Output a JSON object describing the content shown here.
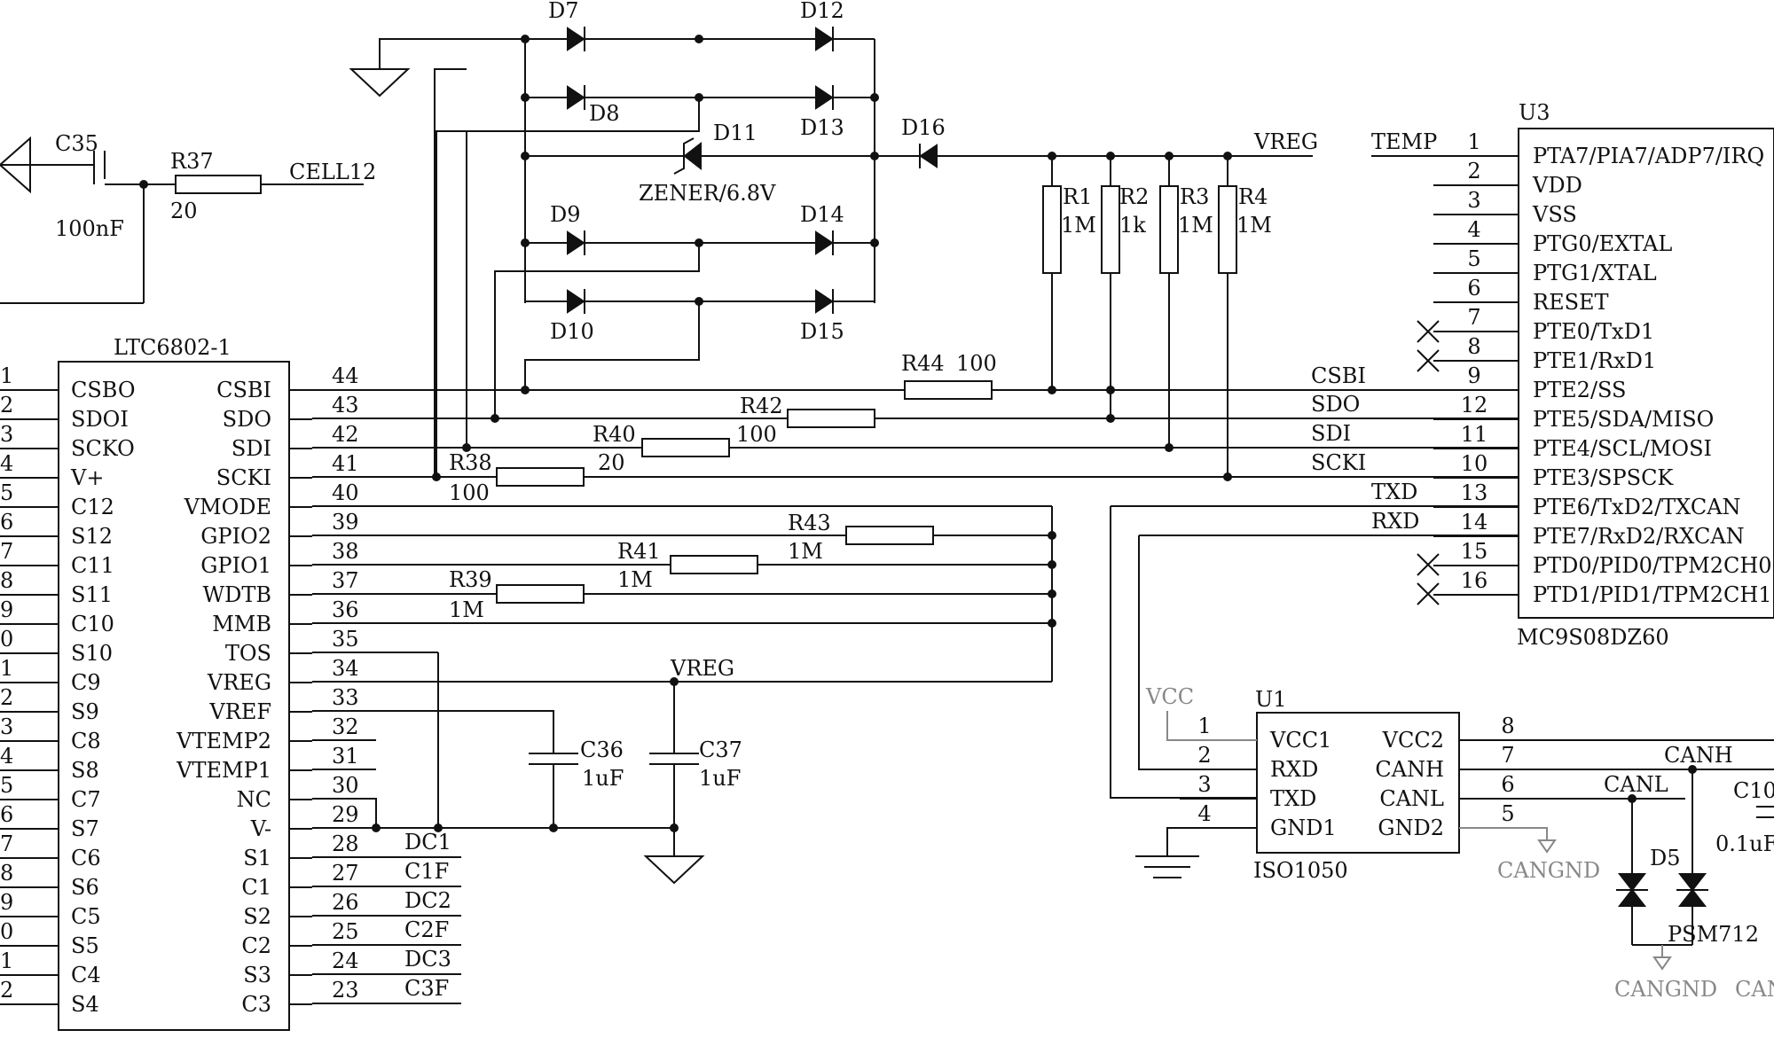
{
  "labels": {
    "cell12": "CELL12",
    "vreg_top": "VREG",
    "vreg_mid": "VREG",
    "temp": "TEMP",
    "csbi": "CSBI",
    "sdo": "SDO",
    "sdi": "SDI",
    "scki": "SCKI",
    "txd": "TXD",
    "rxd": "RXD",
    "vcc": "VCC",
    "canh": "CANH",
    "canl": "CANL",
    "cangnd1": "CANGND",
    "cangnd2": "CANGND",
    "cangnd3": "CAN",
    "dc1": "DC1",
    "c1f": "C1F",
    "dc2": "DC2",
    "c2f": "C2F",
    "dc3": "DC3",
    "c3f": "C3F"
  },
  "components": {
    "c35": {
      "ref": "C35",
      "value": "100nF"
    },
    "r37": {
      "ref": "R37",
      "value": "20"
    },
    "d7": "D7",
    "d8": "D8",
    "d9": "D9",
    "d10": "D10",
    "d11": {
      "ref": "D11",
      "value": "ZENER/6.8V"
    },
    "d12": "D12",
    "d13": "D13",
    "d14": "D14",
    "d15": "D15",
    "d16": "D16",
    "r1": {
      "ref": "R1",
      "value": "1M"
    },
    "r2": {
      "ref": "R2",
      "value": "1k"
    },
    "r3": {
      "ref": "R3",
      "value": "1M"
    },
    "r4": {
      "ref": "R4",
      "value": "1M"
    },
    "r44": {
      "ref": "R44",
      "value": "100"
    },
    "r42": {
      "ref": "R42",
      "value": "100"
    },
    "r40": {
      "ref": "R40",
      "value": "20"
    },
    "r38": {
      "ref": "R38",
      "value": "100"
    },
    "r43": {
      "ref": "R43",
      "value": "1M"
    },
    "r41": {
      "ref": "R41",
      "value": "1M"
    },
    "r39": {
      "ref": "R39",
      "value": "1M"
    },
    "c36": {
      "ref": "C36",
      "value": "1uF"
    },
    "c37": {
      "ref": "C37",
      "value": "1uF"
    },
    "c10": {
      "ref": "C10",
      "value": "0.1uF"
    },
    "d5": {
      "ref": "D5",
      "value": "PSM712"
    }
  },
  "ltc6802": {
    "name": "LTC6802-1",
    "left_pins": [
      {
        "num": "1",
        "name": "CSBO"
      },
      {
        "num": "2",
        "name": "SDOI"
      },
      {
        "num": "3",
        "name": "SCKO"
      },
      {
        "num": "4",
        "name": "V+"
      },
      {
        "num": "5",
        "name": "C12"
      },
      {
        "num": "6",
        "name": "S12"
      },
      {
        "num": "7",
        "name": "C11"
      },
      {
        "num": "8",
        "name": "S11"
      },
      {
        "num": "9",
        "name": "C10"
      },
      {
        "num": "0",
        "name": "S10"
      },
      {
        "num": "1",
        "name": "C9"
      },
      {
        "num": "2",
        "name": "S9"
      },
      {
        "num": "3",
        "name": "C8"
      },
      {
        "num": "4",
        "name": "S8"
      },
      {
        "num": "5",
        "name": "C7"
      },
      {
        "num": "6",
        "name": "S7"
      },
      {
        "num": "7",
        "name": "C6"
      },
      {
        "num": "8",
        "name": "S6"
      },
      {
        "num": "9",
        "name": "C5"
      },
      {
        "num": "0",
        "name": "S5"
      },
      {
        "num": "1",
        "name": "C4"
      },
      {
        "num": "2",
        "name": "S4"
      }
    ],
    "right_pins": [
      {
        "num": "44",
        "name": "CSBI"
      },
      {
        "num": "43",
        "name": "SDO"
      },
      {
        "num": "42",
        "name": "SDI"
      },
      {
        "num": "41",
        "name": "SCKI"
      },
      {
        "num": "40",
        "name": "VMODE"
      },
      {
        "num": "39",
        "name": "GPIO2"
      },
      {
        "num": "38",
        "name": "GPIO1"
      },
      {
        "num": "37",
        "name": "WDTB"
      },
      {
        "num": "36",
        "name": "MMB"
      },
      {
        "num": "35",
        "name": "TOS"
      },
      {
        "num": "34",
        "name": "VREG"
      },
      {
        "num": "33",
        "name": "VREF"
      },
      {
        "num": "32",
        "name": "VTEMP2"
      },
      {
        "num": "31",
        "name": "VTEMP1"
      },
      {
        "num": "30",
        "name": "NC"
      },
      {
        "num": "29",
        "name": "V-"
      },
      {
        "num": "28",
        "name": "S1"
      },
      {
        "num": "27",
        "name": "C1"
      },
      {
        "num": "26",
        "name": "S2"
      },
      {
        "num": "25",
        "name": "C2"
      },
      {
        "num": "24",
        "name": "S3"
      },
      {
        "num": "23",
        "name": "C3"
      }
    ]
  },
  "u3": {
    "ref": "U3",
    "part": "MC9S08DZ60",
    "pins": [
      {
        "num": "1",
        "name": "PTA7/PIA7/ADP7/IRQ"
      },
      {
        "num": "2",
        "name": "VDD"
      },
      {
        "num": "3",
        "name": "VSS"
      },
      {
        "num": "4",
        "name": "PTG0/EXTAL"
      },
      {
        "num": "5",
        "name": "PTG1/XTAL"
      },
      {
        "num": "6",
        "name": "RESET"
      },
      {
        "num": "7",
        "name": "PTE0/TxD1"
      },
      {
        "num": "8",
        "name": "PTE1/RxD1"
      },
      {
        "num": "9",
        "name": "PTE2/SS"
      },
      {
        "num": "12",
        "name": "PTE5/SDA/MISO"
      },
      {
        "num": "11",
        "name": "PTE4/SCL/MOSI"
      },
      {
        "num": "10",
        "name": "PTE3/SPSCK"
      },
      {
        "num": "13",
        "name": "PTE6/TxD2/TXCAN"
      },
      {
        "num": "14",
        "name": "PTE7/RxD2/RXCAN"
      },
      {
        "num": "15",
        "name": "PTD0/PID0/TPM2CH0"
      },
      {
        "num": "16",
        "name": "PTD1/PID1/TPM2CH1"
      }
    ]
  },
  "u1": {
    "ref": "U1",
    "part": "ISO1050",
    "left_pins": [
      {
        "num": "1",
        "name": "VCC1"
      },
      {
        "num": "2",
        "name": "RXD"
      },
      {
        "num": "3",
        "name": "TXD"
      },
      {
        "num": "4",
        "name": "GND1"
      }
    ],
    "right_pins": [
      {
        "num": "8",
        "name": "VCC2"
      },
      {
        "num": "7",
        "name": "CANH"
      },
      {
        "num": "6",
        "name": "CANL"
      },
      {
        "num": "5",
        "name": "GND2"
      }
    ]
  }
}
